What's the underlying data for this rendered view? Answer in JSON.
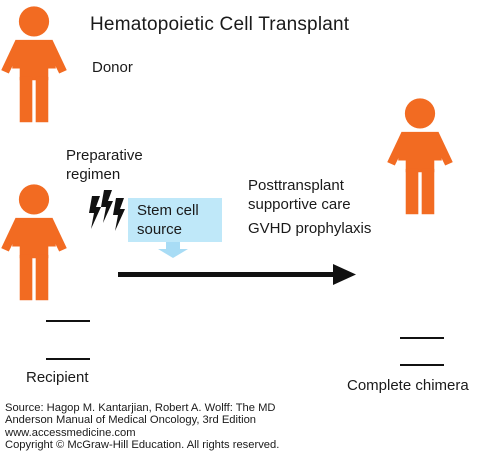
{
  "title": "Hematopoietic Cell Transplant",
  "labels": {
    "donor": "Donor",
    "preparative_line1": "Preparative",
    "preparative_line2": "regimen",
    "stem_line1": "Stem cell",
    "stem_line2": "source",
    "posttransplant_line1": "Posttransplant",
    "posttransplant_line2": "supportive care",
    "gvhd": "GVHD prophylaxis",
    "recipient": "Recipient",
    "chimera": "Complete chimera"
  },
  "source": {
    "line1": "Source: Hagop M. Kantarjian, Robert A. Wolff: The MD",
    "line2": "Anderson Manual of Medical Oncology, 3rd Edition",
    "line3": "www.accessmedicine.com",
    "line4": "Copyright © McGraw-Hill Education. All rights reserved."
  },
  "colors": {
    "figure": "#f26b22",
    "stem_box": "#bfe8f9",
    "stem_arrow": "#a8dcf5",
    "arrow": "#111111",
    "text": "#1a1a1a"
  },
  "icons": [
    "person-icon",
    "lightning-icon",
    "arrow-right-icon"
  ]
}
